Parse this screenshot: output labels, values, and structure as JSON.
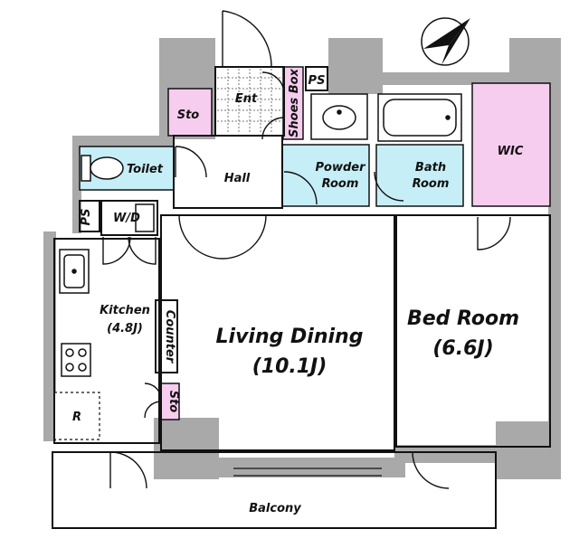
{
  "colors": {
    "wall": "#a9a9a9",
    "wet_area": "#c6eef6",
    "storage": "#f6cdef",
    "line": "#111111",
    "fill": "#ffffff"
  },
  "rooms": {
    "entrance": "Ent",
    "shoes_box": "Shoes Box",
    "ps_top": "PS",
    "ps_left": "PS",
    "storage_top": "Sto",
    "storage_small": "Sto",
    "toilet": "Toilet",
    "hall": "Hall",
    "powder_room_line1": "Powder",
    "powder_room_line2": "Room",
    "bath_room_line1": "Bath",
    "bath_room_line2": "Room",
    "wic": "WIC",
    "washer": "W/D",
    "kitchen_name": "Kitchen",
    "kitchen_size": "(4.8J)",
    "counter": "Counter",
    "refrigerator": "R",
    "living_dining_name": "Living Dining",
    "living_dining_size": "(10.1J)",
    "bedroom_name": "Bed Room",
    "bedroom_size": "(6.6J)",
    "balcony": "Balcony"
  },
  "compass": "north-arrow-icon"
}
